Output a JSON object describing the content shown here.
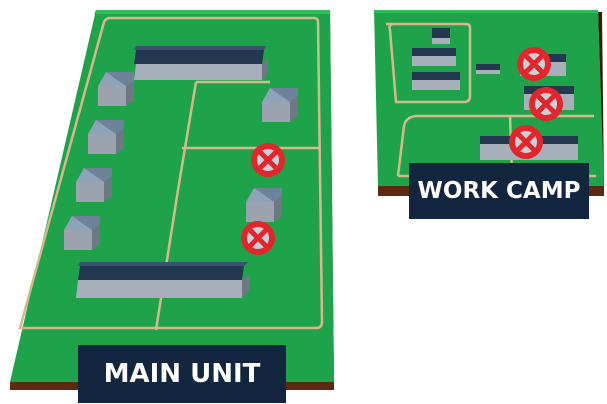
{
  "labels": {
    "main_unit": "MAIN UNIT",
    "work_camp": "WORK CAMP"
  },
  "colors": {
    "grass": "#1fa34a",
    "grass_edge": "#156d31",
    "soil": "#5c2a12",
    "road": "#d4b98c",
    "building_roof": "#8c9fb3",
    "building_roof_dark": "#24384f",
    "building_wall": "#aab2bd",
    "marker_red": "#e2262c",
    "label_bg": "#13263f",
    "label_text": "#ffffff"
  },
  "markers": {
    "main_unit_count": 2,
    "work_camp_count": 3
  }
}
